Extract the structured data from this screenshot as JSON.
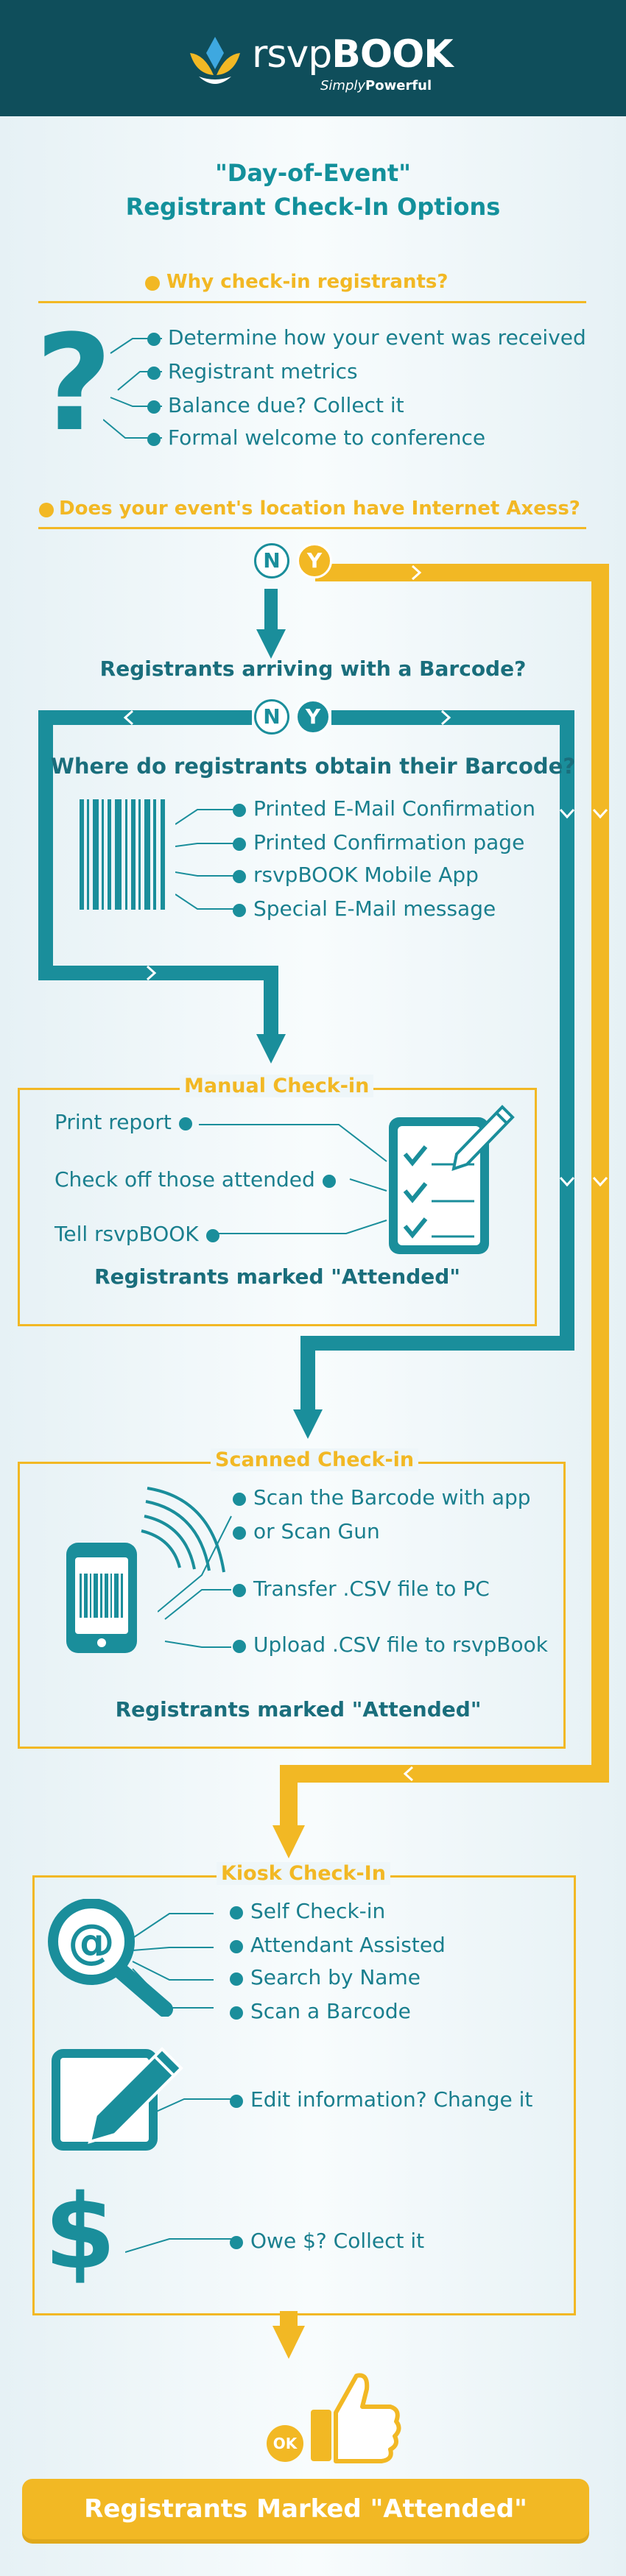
{
  "logo": {
    "brand_a": "rsvp",
    "brand_b": "BOOK",
    "tag_italic": "Simply",
    "tag_bold": "Powerful"
  },
  "title": {
    "line1": "\"Day-of-Event\"",
    "line2": "Registrant Check-In Options"
  },
  "why": {
    "heading": "Why check-in registrants?",
    "items": [
      "Determine how your event was received",
      "Registrant metrics",
      "Balance due? Collect it",
      "Formal welcome to conference"
    ]
  },
  "internet": {
    "question": "Does your event's location have Internet Axess?"
  },
  "yn": {
    "no": "N",
    "yes": "Y"
  },
  "barcode": {
    "question": "Registrants arriving with a Barcode?",
    "obtain_question": "Where do registrants obtain their Barcode?",
    "sources": [
      "Printed E-Mail Confirmation",
      "Printed Confirmation page",
      "rsvpBOOK Mobile App",
      "Special E-Mail message"
    ]
  },
  "manual": {
    "title": "Manual Check-in",
    "steps": [
      "Print report",
      "Check off those attended",
      "Tell rsvpBOOK"
    ],
    "result": "Registrants marked \"Attended\""
  },
  "scanned": {
    "title": "Scanned Check-in",
    "steps": [
      "Scan the Barcode with app",
      "or Scan Gun",
      "Transfer .CSV file to PC",
      "Upload .CSV file to rsvpBook"
    ],
    "result": "Registrants marked \"Attended\""
  },
  "kiosk": {
    "title": "Kiosk Check-In",
    "options": [
      "Self Check-in",
      "Attendant Assisted",
      "Search by Name",
      "Scan a Barcode"
    ],
    "edit": "Edit information? Change it",
    "owe": "Owe $? Collect it"
  },
  "ok": "OK",
  "final": "Registrants Marked \"Attended\"",
  "colors": {
    "teal": "#1a8e9b",
    "dark_teal": "#0f4e5b",
    "yellow": "#f2b824"
  }
}
